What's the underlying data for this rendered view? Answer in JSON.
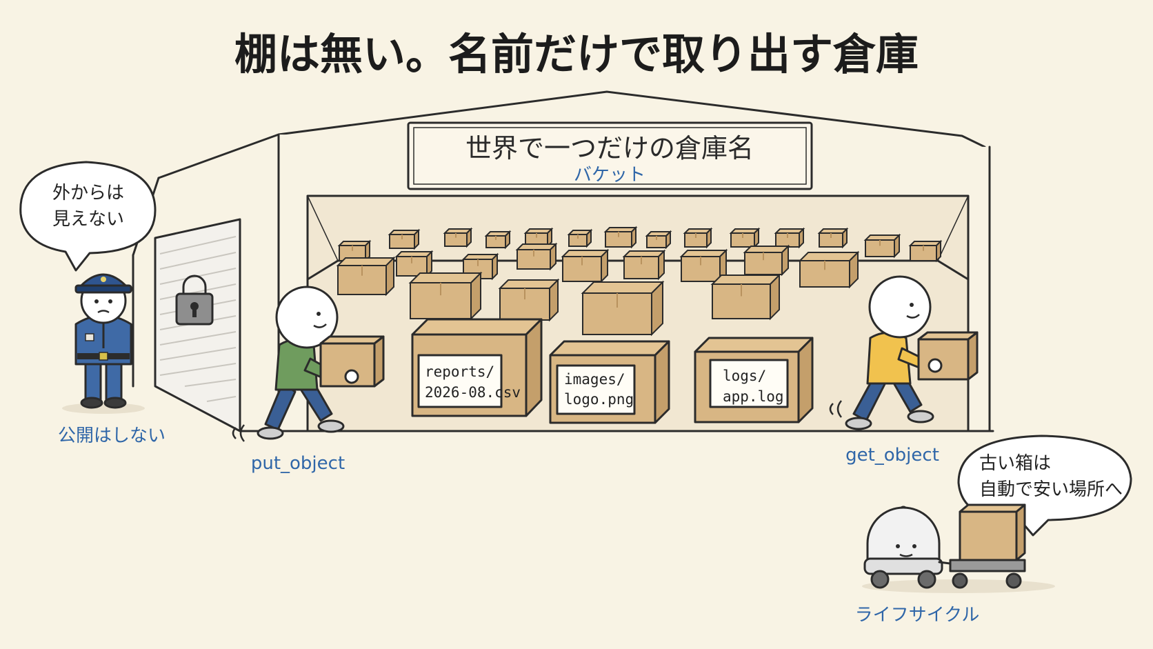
{
  "title": "棚は無い。名前だけで取り出す倉庫",
  "sign": {
    "main": "世界で一つだけの倉庫名",
    "sub": "バケット"
  },
  "guard": {
    "bubble_line1": "外からは",
    "bubble_line2": "見えない",
    "caption": "公開はしない",
    "lock_icon": "padlock-icon"
  },
  "put": {
    "caption": "put_object"
  },
  "get": {
    "caption": "get_object"
  },
  "boxes": [
    {
      "line1": "reports/",
      "line2": "2026-08.csv"
    },
    {
      "line1": "images/",
      "line2": "logo.png"
    },
    {
      "line1": "logs/",
      "line2": "app.log"
    }
  ],
  "robot": {
    "bubble_line1": "古い箱は",
    "bubble_line2": "自動で安い場所へ",
    "caption": "ライフサイクル"
  },
  "colors": {
    "background": "#f8f3e4",
    "box": "#d8b684",
    "caption_blue": "#2f66a8",
    "put_worker_shirt": "#6f9c5e",
    "get_worker_shirt": "#f1c24e",
    "guard_uniform": "#3f6aa6"
  }
}
